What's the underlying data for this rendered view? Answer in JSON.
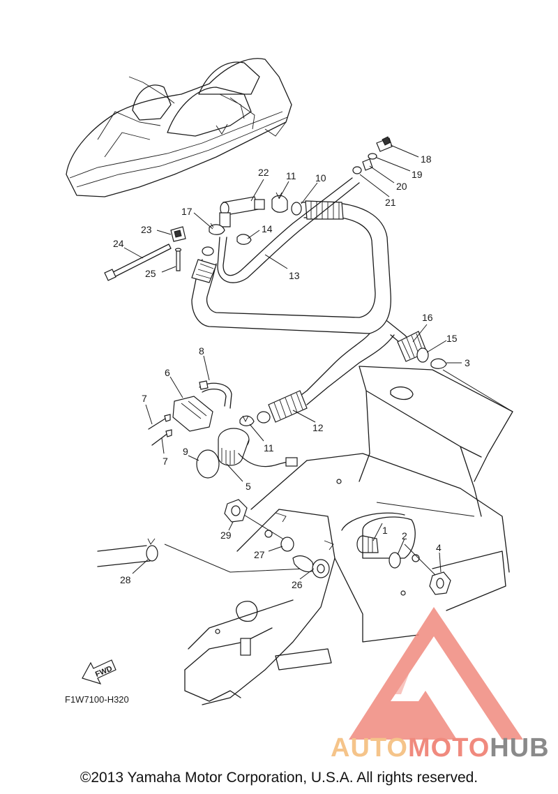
{
  "diagram": {
    "callouts": [
      {
        "id": "c1",
        "label": "1"
      },
      {
        "id": "c2",
        "label": "2"
      },
      {
        "id": "c3",
        "label": "3"
      },
      {
        "id": "c4",
        "label": "4"
      },
      {
        "id": "c5",
        "label": "5"
      },
      {
        "id": "c6",
        "label": "6"
      },
      {
        "id": "c7a",
        "label": "7"
      },
      {
        "id": "c7b",
        "label": "7"
      },
      {
        "id": "c8",
        "label": "8"
      },
      {
        "id": "c9",
        "label": "9"
      },
      {
        "id": "c10",
        "label": "10"
      },
      {
        "id": "c11a",
        "label": "11"
      },
      {
        "id": "c11b",
        "label": "11"
      },
      {
        "id": "c12",
        "label": "12"
      },
      {
        "id": "c13",
        "label": "13"
      },
      {
        "id": "c14",
        "label": "14"
      },
      {
        "id": "c15",
        "label": "15"
      },
      {
        "id": "c16",
        "label": "16"
      },
      {
        "id": "c17",
        "label": "17"
      },
      {
        "id": "c18",
        "label": "18"
      },
      {
        "id": "c19",
        "label": "19"
      },
      {
        "id": "c20",
        "label": "20"
      },
      {
        "id": "c21",
        "label": "21"
      },
      {
        "id": "c22",
        "label": "22"
      },
      {
        "id": "c23",
        "label": "23"
      },
      {
        "id": "c24",
        "label": "24"
      },
      {
        "id": "c25",
        "label": "25"
      },
      {
        "id": "c26",
        "label": "26"
      },
      {
        "id": "c27",
        "label": "27"
      },
      {
        "id": "c28",
        "label": "28"
      },
      {
        "id": "c29",
        "label": "29"
      }
    ],
    "diagram_code": "F1W7100-H320",
    "fwd_label": "FWD"
  },
  "watermark": {
    "word_part1": "AUTO",
    "word_part2": "MOTO",
    "word_part3": "HUB",
    "color_part1": "#F5C48A",
    "color_part2": "#F08A7E",
    "color_part3": "#8A8A8A",
    "triangle_color": "#F08A7E"
  },
  "footer": {
    "copyright": "©2013 Yamaha Motor Corporation, U.S.A. All rights reserved."
  }
}
